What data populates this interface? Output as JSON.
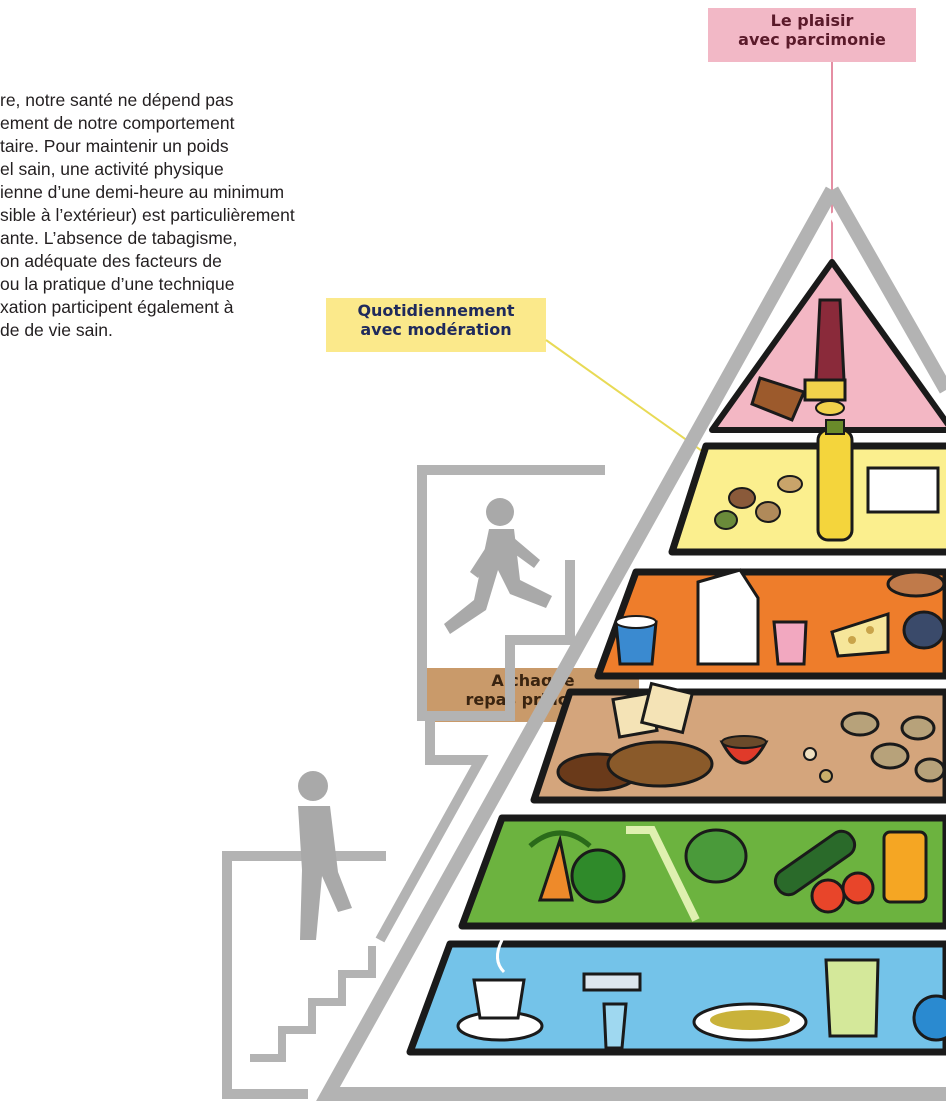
{
  "intro_text_lines": [
    "re, notre santé ne dépend pas",
    "ement de notre comportement",
    "taire. Pour maintenir un poids",
    "el sain, une activité physique",
    "ienne d’une demi-heure au minimum",
    "sible à l’extérieur) est particulièrement",
    "ante. L’absence de tabagisme,",
    "on adéquate des facteurs de",
    "ou la pratique d’une technique",
    "xation participent également à",
    "de de vie sain."
  ],
  "labels": {
    "top": [
      "Le plaisir",
      "avec parcimonie"
    ],
    "middle": [
      "Quotidiennement",
      "avec modération"
    ],
    "lower": [
      "A chaque",
      "repas principal"
    ]
  },
  "tiers": [
    {
      "name": "sweets-snacks",
      "color": "#f3b7c4"
    },
    {
      "name": "oils-nuts",
      "color": "#fbef8e"
    },
    {
      "name": "dairy-meat-eggs",
      "color": "#ee7d2b"
    },
    {
      "name": "starches-grains",
      "color": "#d4a57c"
    },
    {
      "name": "fruits-vegetables",
      "color": "#6cb33f"
    },
    {
      "name": "beverages",
      "color": "#74c3e9"
    }
  ],
  "icons": [
    "runner-icon",
    "walker-stairs-icon"
  ],
  "colors": {
    "frame_gray": "#b3b3b3",
    "outline": "#1a1a1a"
  }
}
